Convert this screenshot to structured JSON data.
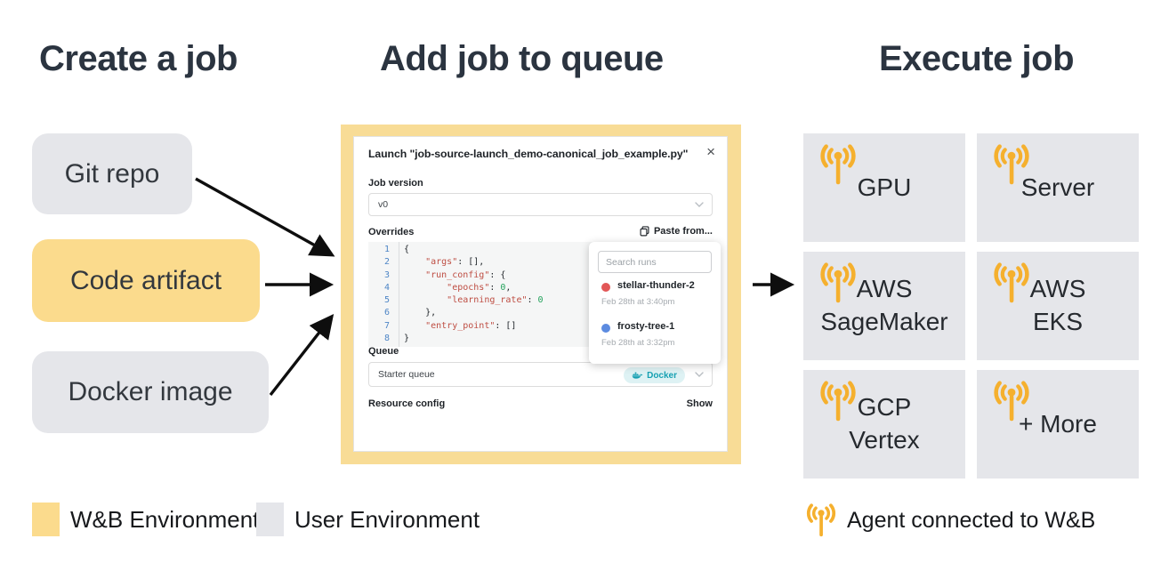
{
  "headings": {
    "create": "Create a job",
    "queue": "Add job to queue",
    "execute": "Execute job"
  },
  "sources": [
    {
      "label": "Git repo"
    },
    {
      "label": "Code artifact"
    },
    {
      "label": "Docker image"
    }
  ],
  "modal": {
    "title": "Launch \"job-source-launch_demo-canonical_job_example.py\"",
    "close_glyph": "×",
    "job_version_label": "Job version",
    "job_version_value": "v0",
    "overrides_label": "Overrides",
    "paste_button": "Paste from...",
    "code": {
      "lines": [
        {
          "num": "1",
          "tokens": [
            {
              "text": "{",
              "cls": "p"
            }
          ]
        },
        {
          "num": "2",
          "tokens": [
            {
              "text": "    ",
              "cls": "p"
            },
            {
              "text": "\"args\"",
              "cls": "k"
            },
            {
              "text": ": [],",
              "cls": "p"
            }
          ]
        },
        {
          "num": "3",
          "tokens": [
            {
              "text": "    ",
              "cls": "p"
            },
            {
              "text": "\"run_config\"",
              "cls": "k"
            },
            {
              "text": ": {",
              "cls": "p"
            }
          ]
        },
        {
          "num": "4",
          "tokens": [
            {
              "text": "        ",
              "cls": "p"
            },
            {
              "text": "\"epochs\"",
              "cls": "k"
            },
            {
              "text": ": ",
              "cls": "p"
            },
            {
              "text": "0",
              "cls": "n"
            },
            {
              "text": ",",
              "cls": "p"
            }
          ]
        },
        {
          "num": "5",
          "tokens": [
            {
              "text": "        ",
              "cls": "p"
            },
            {
              "text": "\"learning_rate\"",
              "cls": "k"
            },
            {
              "text": ": ",
              "cls": "p"
            },
            {
              "text": "0",
              "cls": "n"
            }
          ]
        },
        {
          "num": "6",
          "tokens": [
            {
              "text": "    },",
              "cls": "p"
            }
          ]
        },
        {
          "num": "7",
          "tokens": [
            {
              "text": "    ",
              "cls": "p"
            },
            {
              "text": "\"entry_point\"",
              "cls": "k"
            },
            {
              "text": ": []",
              "cls": "p"
            }
          ]
        },
        {
          "num": "8",
          "tokens": [
            {
              "text": "}",
              "cls": "p"
            }
          ]
        }
      ]
    },
    "queue_label": "Queue",
    "queue_value": "Starter queue",
    "queue_badge": "Docker",
    "resource_label": "Resource config",
    "show_button": "Show"
  },
  "runs_popup": {
    "search_placeholder": "Search runs",
    "runs": [
      {
        "name": "stellar-thunder-2",
        "time": "Feb 28th at 3:40pm",
        "dot": "#E25757"
      },
      {
        "name": "frosty-tree-1",
        "time": "Feb 28th at 3:32pm",
        "dot": "#5C8BE0"
      }
    ]
  },
  "targets": [
    {
      "line1": "GPU",
      "line2": ""
    },
    {
      "line1": "Server",
      "line2": ""
    },
    {
      "line1": "AWS",
      "line2": "SageMaker"
    },
    {
      "line1": "AWS",
      "line2": "EKS"
    },
    {
      "line1": "GCP",
      "line2": "Vertex"
    },
    {
      "line1": "+ More",
      "line2": ""
    }
  ],
  "legend": {
    "wandb": "W&B Environment",
    "user": "User Environment",
    "agent": "Agent connected to W&B"
  },
  "colors": {
    "wandb_yellow": "#FBDB8D",
    "user_gray": "#E5E6EA",
    "agent_orange": "#F5B02E",
    "docker_teal": "#16A0B2",
    "run_red": "#E25757",
    "run_blue": "#5C8BE0"
  }
}
